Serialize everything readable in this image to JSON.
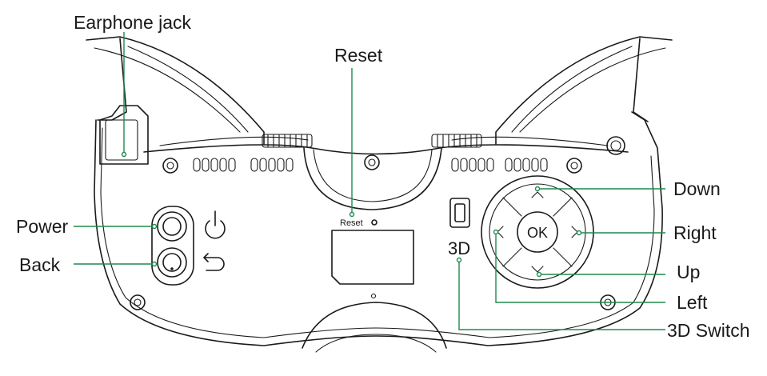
{
  "callouts": {
    "earphone_jack": "Earphone jack",
    "reset": "Reset",
    "power": "Power",
    "back": "Back",
    "down": "Down",
    "right": "Right",
    "up": "Up",
    "left": "Left",
    "switch_3d": "3D Switch"
  },
  "device": {
    "reset_marking": "Reset",
    "ok_button": "OK",
    "label_3d": "3D"
  },
  "colors": {
    "callout_line": "#1f8a4c",
    "line_art": "#1a1a1a",
    "background": "#ffffff"
  }
}
